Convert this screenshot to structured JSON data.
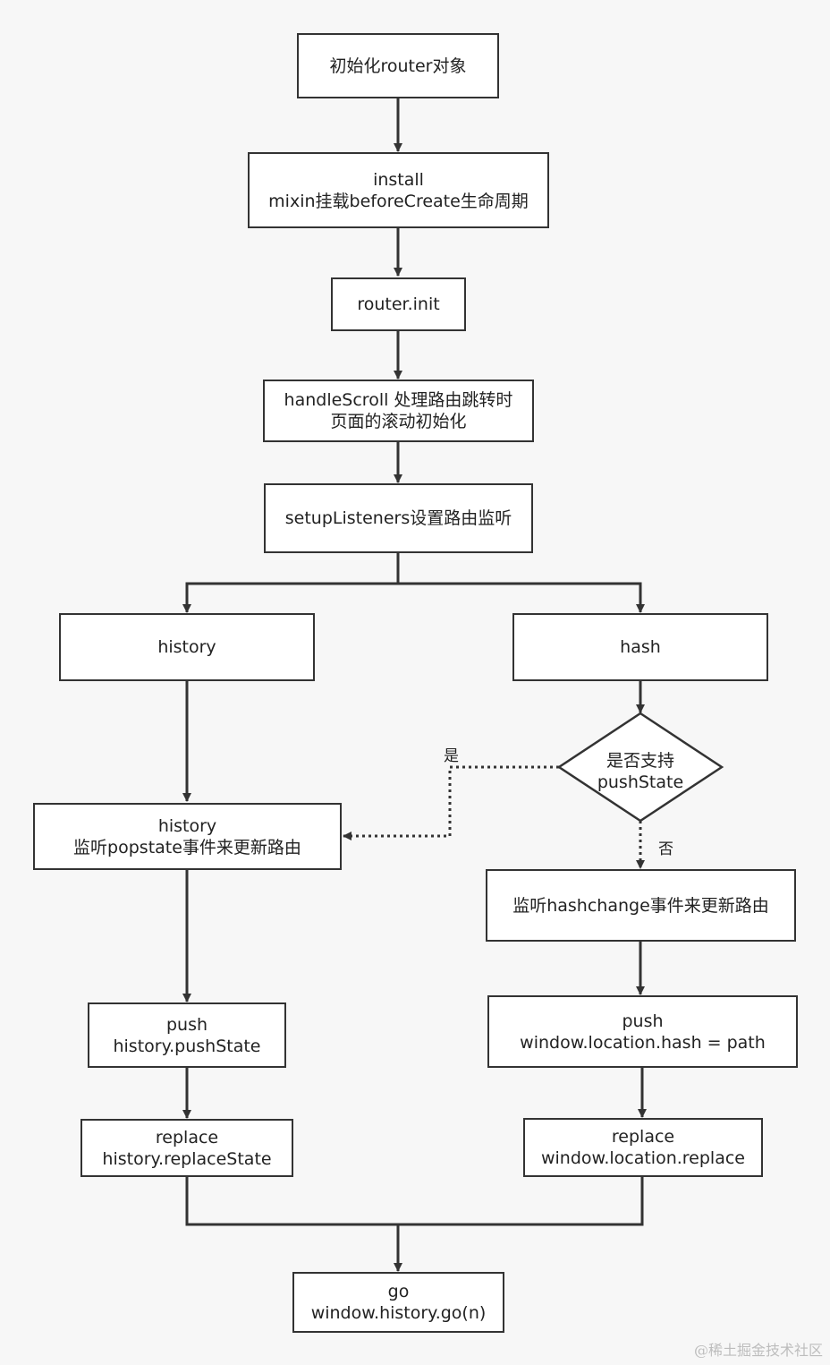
{
  "nodes": {
    "init_router": {
      "line1": "初始化router对象"
    },
    "install": {
      "line1": "install",
      "line2": "mixin挂载beforeCreate生命周期"
    },
    "router_init": {
      "line1": "router.init"
    },
    "handle_scroll": {
      "line1": "handleScroll 处理路由跳转时",
      "line2": "页面的滚动初始化"
    },
    "setup_listeners": {
      "line1": "setupListeners设置路由监听"
    },
    "history": {
      "line1": "history"
    },
    "hash": {
      "line1": "hash"
    },
    "support_pushstate": {
      "line1": "是否支持",
      "line2": "pushState"
    },
    "history_popstate": {
      "line1": "history",
      "line2": "监听popstate事件来更新路由"
    },
    "hashchange": {
      "line1": "监听hashchange事件来更新路由"
    },
    "history_push": {
      "line1": "push",
      "line2": "history.pushState"
    },
    "hash_push": {
      "line1": "push",
      "line2": "window.location.hash = path"
    },
    "history_replace": {
      "line1": "replace",
      "line2": "history.replaceState"
    },
    "hash_replace": {
      "line1": "replace",
      "line2": "window.location.replace"
    },
    "go": {
      "line1": "go",
      "line2": "window.history.go(n)"
    }
  },
  "edges": {
    "yes_label": "是",
    "no_label": "否"
  },
  "watermark": "@稀土掘金技术社区",
  "colors": {
    "stroke": "#333333",
    "box_fill": "#ffffff",
    "background": "#f7f7f7"
  }
}
